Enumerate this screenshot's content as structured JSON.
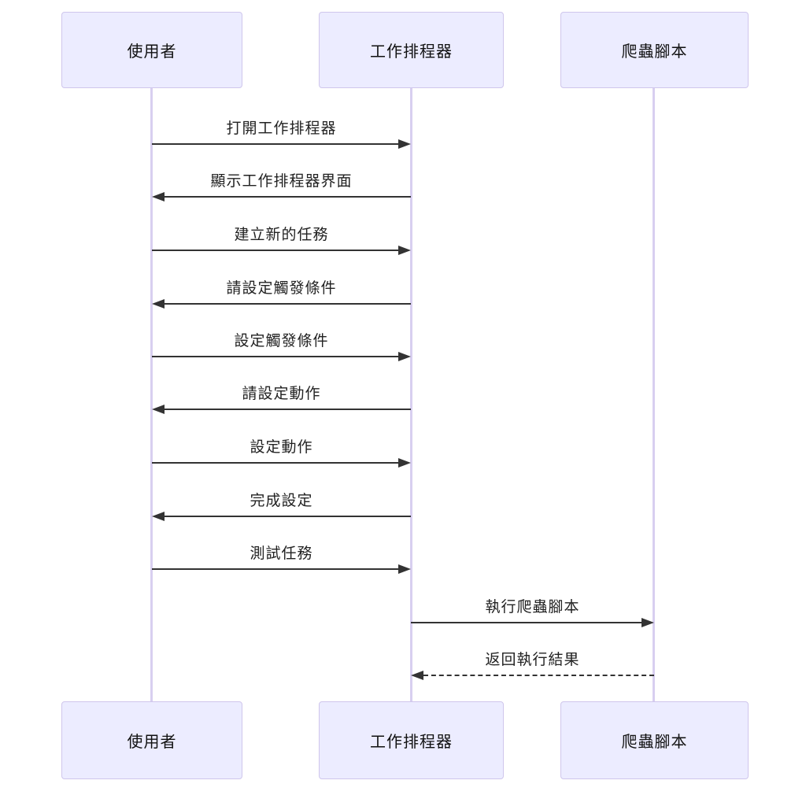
{
  "diagram": {
    "type": "sequence-diagram",
    "actors": [
      {
        "id": "user",
        "label": "使用者"
      },
      {
        "id": "scheduler",
        "label": "工作排程器"
      },
      {
        "id": "crawler",
        "label": "爬蟲腳本"
      }
    ],
    "messages": [
      {
        "from": "使用者",
        "to": "工作排程器",
        "label": "打開工作排程器",
        "line": "solid",
        "direction": "right"
      },
      {
        "from": "工作排程器",
        "to": "使用者",
        "label": "顯示工作排程器界面",
        "line": "solid",
        "direction": "left"
      },
      {
        "from": "使用者",
        "to": "工作排程器",
        "label": "建立新的任務",
        "line": "solid",
        "direction": "right"
      },
      {
        "from": "工作排程器",
        "to": "使用者",
        "label": "請設定觸發條件",
        "line": "solid",
        "direction": "left"
      },
      {
        "from": "使用者",
        "to": "工作排程器",
        "label": "設定觸發條件",
        "line": "solid",
        "direction": "right"
      },
      {
        "from": "工作排程器",
        "to": "使用者",
        "label": "請設定動作",
        "line": "solid",
        "direction": "left"
      },
      {
        "from": "使用者",
        "to": "工作排程器",
        "label": "設定動作",
        "line": "solid",
        "direction": "right"
      },
      {
        "from": "工作排程器",
        "to": "使用者",
        "label": "完成設定",
        "line": "solid",
        "direction": "left"
      },
      {
        "from": "使用者",
        "to": "工作排程器",
        "label": "測試任務",
        "line": "solid",
        "direction": "right"
      },
      {
        "from": "工作排程器",
        "to": "爬蟲腳本",
        "label": "執行爬蟲腳本",
        "line": "solid",
        "direction": "right"
      },
      {
        "from": "爬蟲腳本",
        "to": "工作排程器",
        "label": "返回執行結果",
        "line": "dashed",
        "direction": "left"
      }
    ],
    "colors": {
      "actor_fill": "#ECECFF",
      "actor_border": "#CFC6EC",
      "lifeline": "#D8CFF0",
      "arrow": "#333333",
      "text": "#222222",
      "background": "#FFFFFF"
    }
  }
}
